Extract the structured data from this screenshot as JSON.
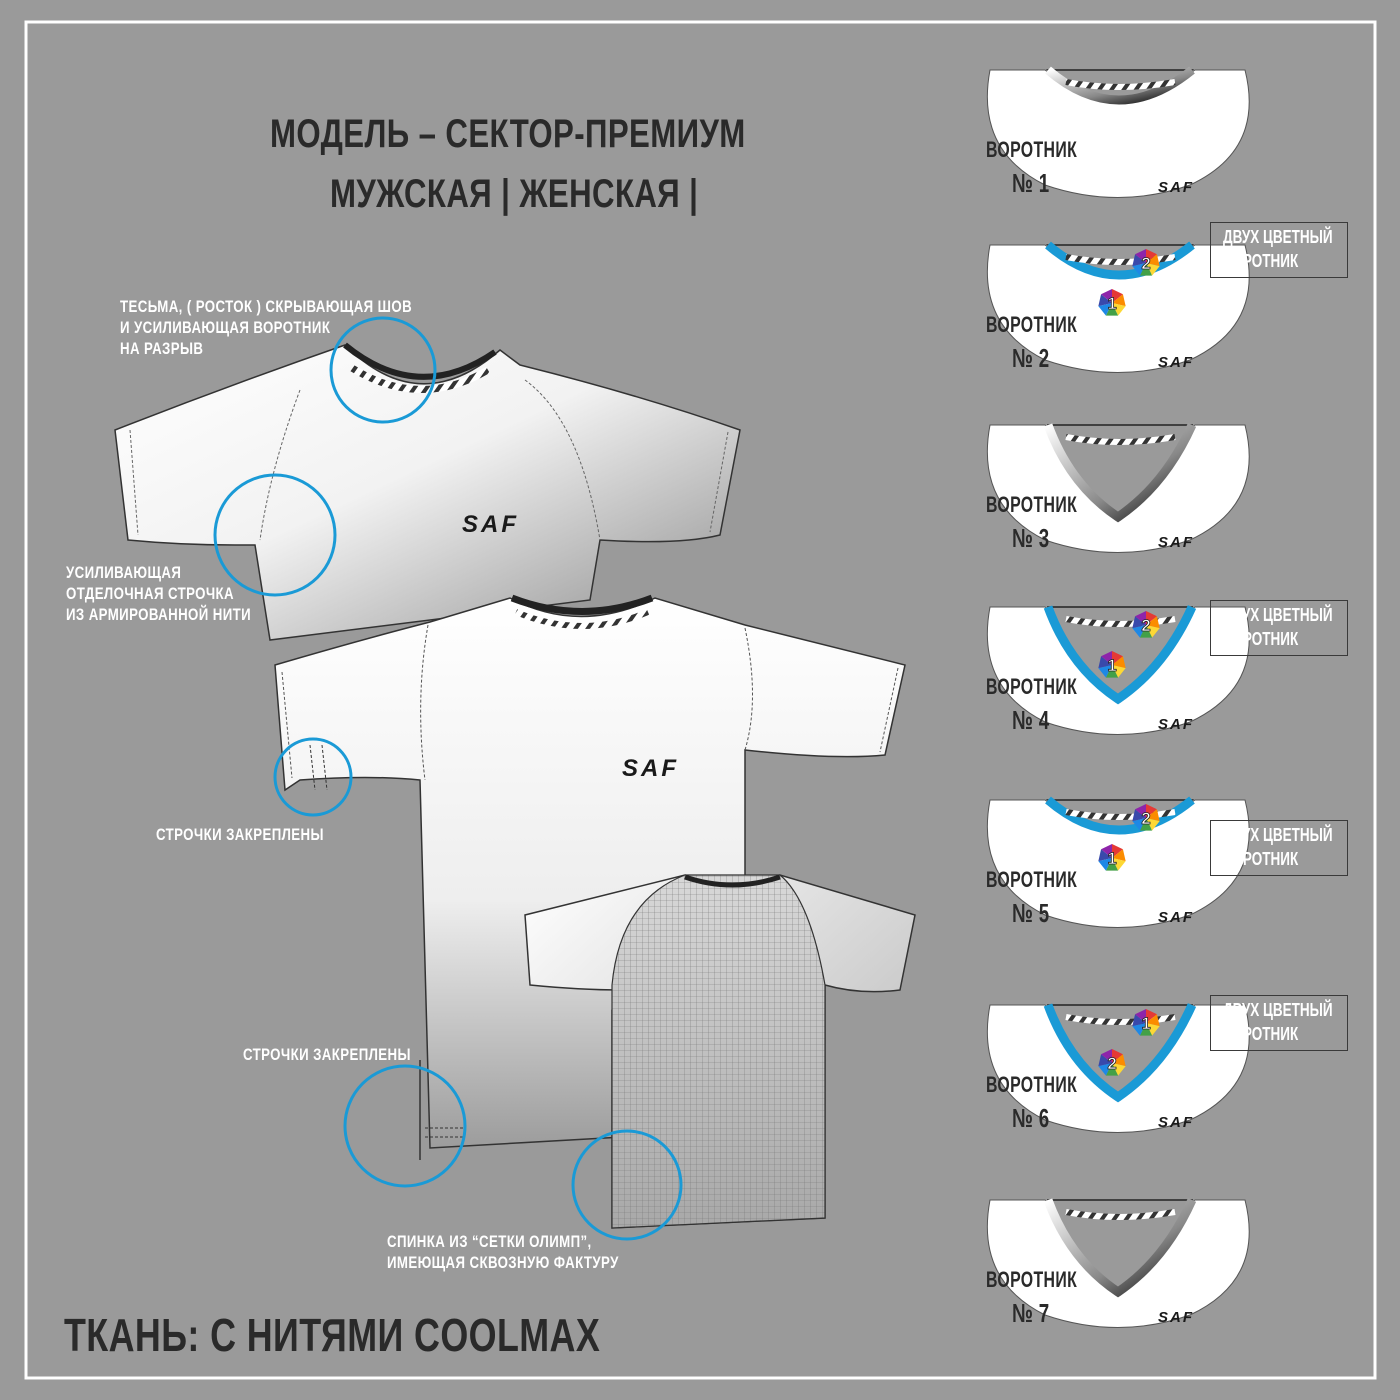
{
  "header": {
    "line1": "МОДЕЛЬ – СЕКТОР-ПРЕМИУМ",
    "line2": "МУЖСКАЯ | ЖЕНСКАЯ |"
  },
  "notes": {
    "tape_line1": "ТЕСЬМА, ( РОСТОК ) СКРЫВАЮЩАЯ ШОВ",
    "tape_line2": "И УСИЛИВАЮЩАЯ ВОРОТНИК",
    "tape_line3": "НА РАЗРЫВ",
    "stitch_line1": "УСИЛИВАЮЩАЯ",
    "stitch_line2": "ОТДЕЛОЧНАЯ СТРОЧКА",
    "stitch_line3": "ИЗ АРМИРОВАННОЙ НИТИ",
    "secured1": "СТРОЧКИ  ЗАКРЕПЛЕНЫ",
    "secured2": "СТРОЧКИ  ЗАКРЕПЛЕНЫ",
    "mesh_line1": "СПИНКА ИЗ “СЕТКИ ОЛИМП”,",
    "mesh_line2": "ИМЕЮЩАЯ СКВОЗНУЮ ФАКТУРУ"
  },
  "fabric": "ТКАНЬ: С НИТЯМИ COOLMAX",
  "logo_text": "SAF",
  "two_tone": {
    "line1": "ДВУХ ЦВЕТНЫЙ",
    "line2": "ВОРОТНИК"
  },
  "collar_label": "ВОРОТНИК",
  "collars": [
    {
      "num": "№ 1",
      "two_tone": false
    },
    {
      "num": "№ 2",
      "two_tone": true,
      "badges": [
        "2",
        "1"
      ]
    },
    {
      "num": "№ 3",
      "two_tone": false
    },
    {
      "num": "№ 4",
      "two_tone": true,
      "badges": [
        "2",
        "1"
      ]
    },
    {
      "num": "№ 5",
      "two_tone": true,
      "badges": [
        "2",
        "1"
      ]
    },
    {
      "num": "№ 6",
      "two_tone": true,
      "badges": [
        "1",
        "2"
      ]
    },
    {
      "num": "№ 7",
      "two_tone": false
    }
  ],
  "colors": {
    "background": "#9a9a9a",
    "frame": "#ffffff",
    "callout_ring": "#1a9ad6",
    "collar_accent": "#1a9ad6",
    "text_dark": "#2a2a2a"
  }
}
